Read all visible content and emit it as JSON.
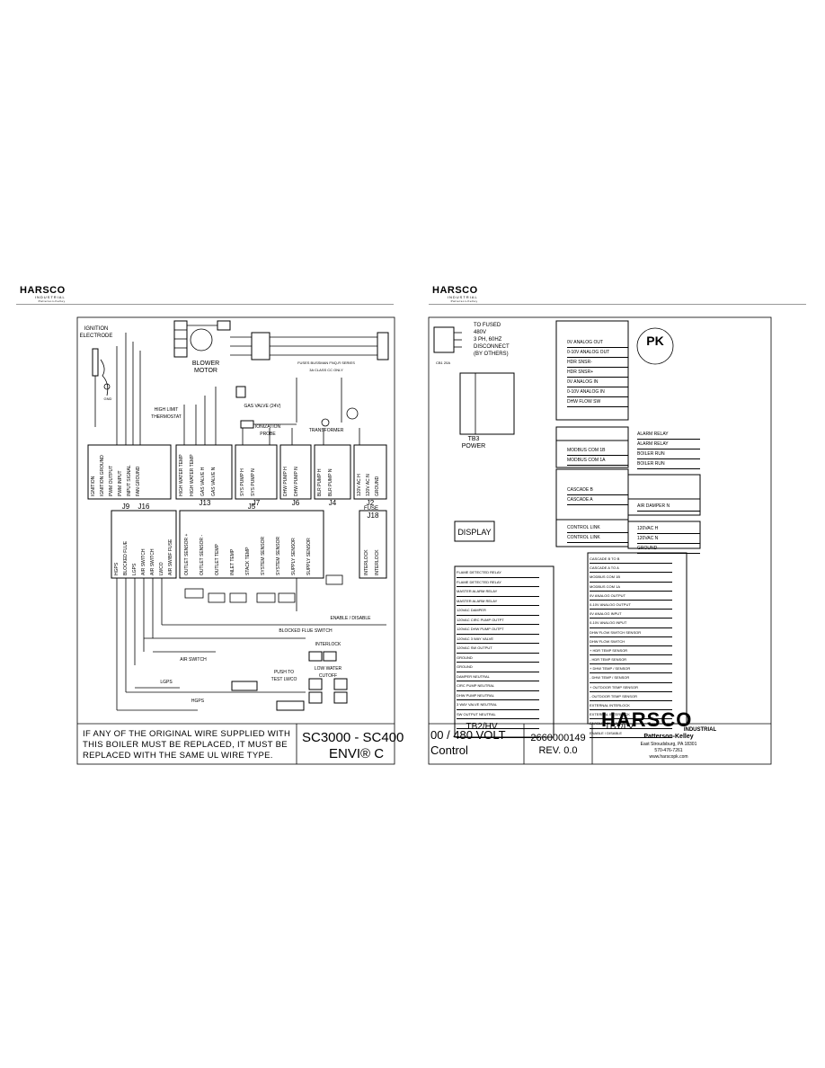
{
  "header": {
    "logo": "HARSCO",
    "logo_sub1": "INDUSTRIAL",
    "logo_sub2": "Patterson-Kelley"
  },
  "left": {
    "components": {
      "ignition": "IGNITION\nELECTRODE",
      "blower": "BLOWER\nMOTOR",
      "thermostat": "HIGH LIMIT\nTHERMOSTAT",
      "gas_valve": "GAS VALVE (24V)",
      "ionization": "IONIZATION\nPROBE",
      "transformer": "TRANSFORMER",
      "fuses": "FUSES BUSSMAN FNQ-R SERIES\n3A CLASS CC ONLY",
      "blocked_flue": "BLOCKED FLUE SWITCH",
      "interlock": "INTERLOCK",
      "air_switch": "AIR SWITCH",
      "lgps": "LGPS",
      "hgps": "HGPS",
      "push_test": "PUSH TO\nTEST LWCO",
      "lwco": "LOW WATER\nCUTOFF",
      "enable": "ENABLE / DISABLE",
      "gnd": "GND"
    },
    "connectors": [
      "J9",
      "J13",
      "J7",
      "J6",
      "J4",
      "J2",
      "J16",
      "J5",
      "J18"
    ],
    "fuse_label": "FUSE",
    "j9_pins": [
      "IGNITION",
      "IGNITION GROUND",
      "PWM OUTPUT",
      "PWM INPUT",
      "INPUT SIGNAL",
      "FAN GROUND"
    ],
    "j13_pins": [
      "HIGH WATER TEMP",
      "HIGH WATER TEMP",
      "GAS VALVE H",
      "GAS VALVE N"
    ],
    "j7_pins": [
      "SYS PUMP H",
      "SYS PUMP N"
    ],
    "j6_pins": [
      "DHW PUMP H",
      "DHW PUMP N"
    ],
    "j4_pins": [
      "BLR PUMP H",
      "BLR PUMP N"
    ],
    "j2_pins": [
      "120V AC H",
      "120V AC N",
      "GROUND"
    ],
    "j16_pins": [
      "HGPS",
      "BLOCKED FLUE",
      "LGPS",
      "AIR SWITCH",
      "AIR SWITCH",
      "LWCO",
      "AIR SW/BF FUSE"
    ],
    "j5_pins": [
      "OUTLET SENSOR +",
      "OUTLET SENSOR -",
      "OUTLET TEMP",
      "INLET TEMP",
      "STACK TEMP",
      "SYSTEM SENSOR",
      "SYSTEM SENSOR",
      "SUPPLY SENSOR",
      "SUPPLY SENSOR"
    ],
    "j18_pins": [
      "INTERLOCK",
      "INTERLOCK"
    ],
    "note": "IF ANY OF THE ORIGINAL WIRE SUPPLIED WITH\nTHIS BOILER MUST BE REPLACED, IT MUST BE\nREPLACED WITH THE SAME UL WIRE TYPE.",
    "model_line1": "SC3000 - SC400",
    "model_line2": "ENVI® C"
  },
  "right": {
    "supply": "TO FUSED\n480V\n3 PH, 60HZ\nDISCONNECT\n(BY OTHERS)",
    "tb3": "TB3\nPOWER",
    "cb": "CB1 20A",
    "display": "DISPLAY",
    "f5_pins": [
      "0V ANALOG OUT",
      "0-10V ANALOG OUT",
      "HDR SNSR-",
      "HDR SNSR+",
      "0V ANALOG IN",
      "0-10V ANALOG IN",
      "DHW FLOW SW"
    ],
    "f7_pins": [
      "ALARM RELAY",
      "ALARM RELAY",
      "BOILER RUN",
      "BOILER RUN"
    ],
    "f6_pins": [
      "MODBUS COM 1B",
      "MODBUS COM 1A"
    ],
    "f4_pins": [
      "CASCADE B",
      "CASCADE A"
    ],
    "f3_pins": [
      "AIR DAMPER N"
    ],
    "f8_pins": [
      "CONTROL LINK",
      "CONTROL LINK"
    ],
    "f1_pins": [
      "120VAC H",
      "120VAC N",
      "GROUND"
    ],
    "tb2_rows": [
      "FLAME DETECTED RELAY",
      "FLAME DETECTED RELAY",
      "MASTER ALARM RELAY",
      "MASTER ALARM RELAY",
      "120VAC DAMPER",
      "120VAC CIRC PUMP OUTPT",
      "120VAC DHW PUMP OUTPT",
      "120VAC 3 WAY VALVE",
      "120VAC SW OUTPUT",
      "GROUND",
      "GROUND",
      "DAMPER NEUTRAL",
      "CIRC PUMP NEUTRAL",
      "DHW PUMP NEUTRAL",
      "3 WAY VALVE NEUTRAL",
      "SW OUTPUT NEUTRAL",
      "",
      ""
    ],
    "tb1_rows": [
      "CASCADE B TO B",
      "CASCADE A TO A",
      "MODBUS COM 1B",
      "MODBUS COM 1A",
      "0V ANALOG OUTPUT",
      "0-10V ANALOG OUTPUT",
      "0V ANALOG INPUT",
      "0-10V ANALOG INPUT",
      "DHW FLOW SWITCH SENSOR",
      "DHW FLOW SWITCH",
      "+ HDR TEMP SENSOR",
      "- HDR TEMP SENSOR",
      "+ DHW TEMP / SENSOR",
      "- DHW TEMP / SENSOR",
      "+ OUTDOOR TEMP SENSOR",
      "- OUTDOOR TEMP SENSOR",
      "EXTERNAL INTERLOCK",
      "EXTERNAL INTERLOCK",
      "ENABLE / DISABLE",
      "ENABLE / DISABLE"
    ],
    "tb2": "TB2/HV",
    "tb1": "TB1/LV",
    "title_line1": "00 / 480 VOLT",
    "title_line2": "Control",
    "part_no": "2660000149",
    "rev": "REV. 0.0",
    "brand": "HARSCO",
    "brand_sub": "INDUSTRIAL",
    "company": "Patterson-Kelley",
    "address": "East Stroudsburg, PA 18301",
    "phone": "570-476-7261",
    "web": "www.harscopk.com",
    "px_logo": "PK"
  }
}
